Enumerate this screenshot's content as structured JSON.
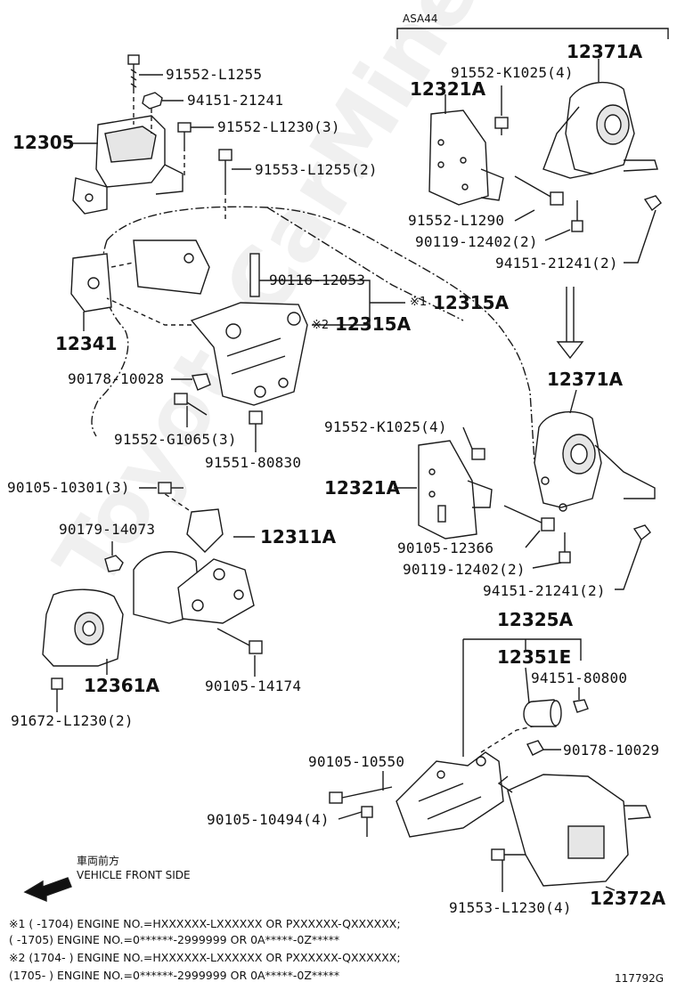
{
  "variant_label": "ASA44",
  "parts": {
    "p91552_L1255": "91552-L1255",
    "p94151_21241_a": "94151-21241",
    "p91552_L1230_3": "91552-L1230(3)",
    "p12305": "12305",
    "p91553_L1255_2": "91553-L1255(2)",
    "p12341": "12341",
    "p90116_12053": "90116-12053",
    "p12315A_main": "12315A",
    "p12315A_sub": "12315A",
    "mark1": "※1",
    "mark2": "※2",
    "p90178_10028": "90178-10028",
    "p91552_G1065_3": "91552-G1065(3)",
    "p91551_80830": "91551-80830",
    "p91552_K1025_4_a": "91552-K1025(4)",
    "p12371A_a": "12371A",
    "p12321A_a": "12321A",
    "p91552_L1290": "91552-L1290",
    "p90119_12402_2_a": "90119-12402(2)",
    "p94151_21241_2_a": "94151-21241(2)",
    "p12371A_b": "12371A",
    "p91552_K1025_4_b": "91552-K1025(4)",
    "p12321A_b": "12321A",
    "p90105_12366": "90105-12366",
    "p90119_12402_2_b": "90119-12402(2)",
    "p94151_21241_2_b": "94151-21241(2)",
    "p90105_10301_3": "90105-10301(3)",
    "p90179_14073": "90179-14073",
    "p12311A": "12311A",
    "p12361A": "12361A",
    "p90105_14174": "90105-14174",
    "p91672_L1230_2": "91672-L1230(2)",
    "p12325A": "12325A",
    "p12351E": "12351E",
    "p94151_80800": "94151-80800",
    "p90178_10029": "90178-10029",
    "p90105_10550": "90105-10550",
    "p90105_10494_4": "90105-10494(4)",
    "p91553_L1230_4": "91553-L1230(4)",
    "p12372A": "12372A"
  },
  "front_label_jp": "車両前方",
  "front_label_en": "VEHICLE FRONT SIDE",
  "notes": [
    "※1 (      -1704) ENGINE NO.=HXXXXXX-LXXXXXX OR PXXXXXX-QXXXXXX;",
    "     (      -1705) ENGINE NO.=0******-2999999 OR 0A*****-0Z*****",
    "※2 (1704-      ) ENGINE NO.=HXXXXXX-LXXXXXX OR PXXXXXX-QXXXXXX;",
    "     (1705-      ) ENGINE NO.=0******-2999999 OR 0A*****-0Z*****"
  ],
  "diagram_id": "117792G",
  "watermark": "ToyotaCarMine.rs",
  "colors": {
    "line": "#1a1a1a",
    "fill": "#ffffff",
    "shade": "#d9d9d9"
  }
}
